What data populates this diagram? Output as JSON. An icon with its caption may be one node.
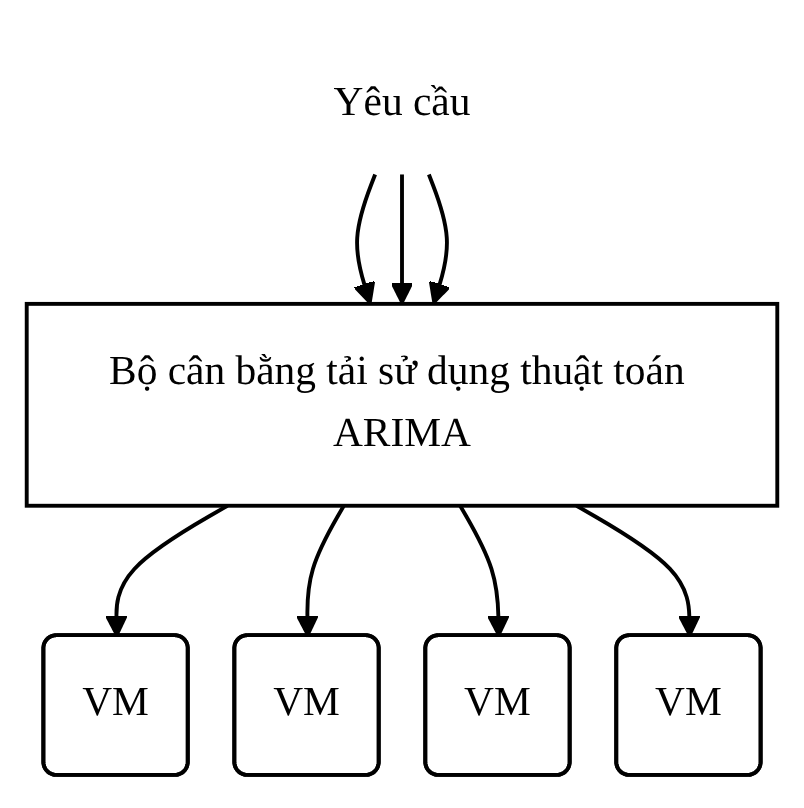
{
  "diagram": {
    "nodes": [
      {
        "text": [
          "Yêu cầu"
        ]
      },
      {
        "text": [
          "Bộ cân bằng tải sử dụng thuật toán ARIMA"
        ]
      },
      {
        "text": [
          "VM"
        ]
      },
      {
        "text": [
          "VM"
        ]
      },
      {
        "text": [
          "VM"
        ]
      },
      {
        "text": [
          "VM"
        ]
      }
    ],
    "edges": [
      {
        "from": 0,
        "to": 1,
        "arrow": "to"
      },
      {
        "from": 0,
        "to": 1,
        "arrow": "to"
      },
      {
        "from": 0,
        "to": 1,
        "arrow": "to"
      },
      {
        "from": 1,
        "to": 2,
        "arrow": "to"
      },
      {
        "from": 1,
        "to": 3,
        "arrow": "to"
      },
      {
        "from": 1,
        "to": 4,
        "arrow": "to"
      },
      {
        "from": 1,
        "to": 5,
        "arrow": "to"
      }
    ]
  }
}
